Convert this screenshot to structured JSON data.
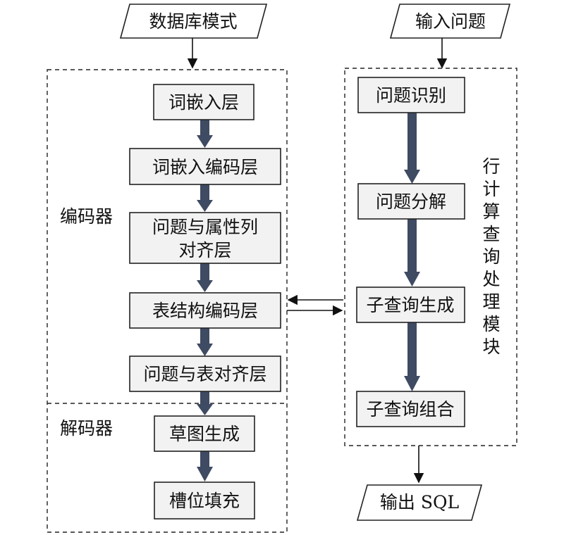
{
  "inputs": {
    "db_schema": "数据库模式",
    "question": "输入问题",
    "output": "输出 SQL"
  },
  "encoder": {
    "label": "编码器",
    "layers": [
      "词嵌入层",
      "词嵌入编码层",
      "问题与属性列",
      "对齐层",
      "表结构编码层",
      "问题与表对齐层"
    ]
  },
  "decoder": {
    "label": "解码器",
    "layers": [
      "草图生成",
      "槽位填充"
    ]
  },
  "subquery_module": {
    "label_chars": [
      "行",
      "计",
      "算",
      "查",
      "询",
      "处",
      "理",
      "模",
      "块"
    ],
    "steps": [
      "问题识别",
      "问题分解",
      "子查询生成",
      "子查询组合"
    ]
  }
}
